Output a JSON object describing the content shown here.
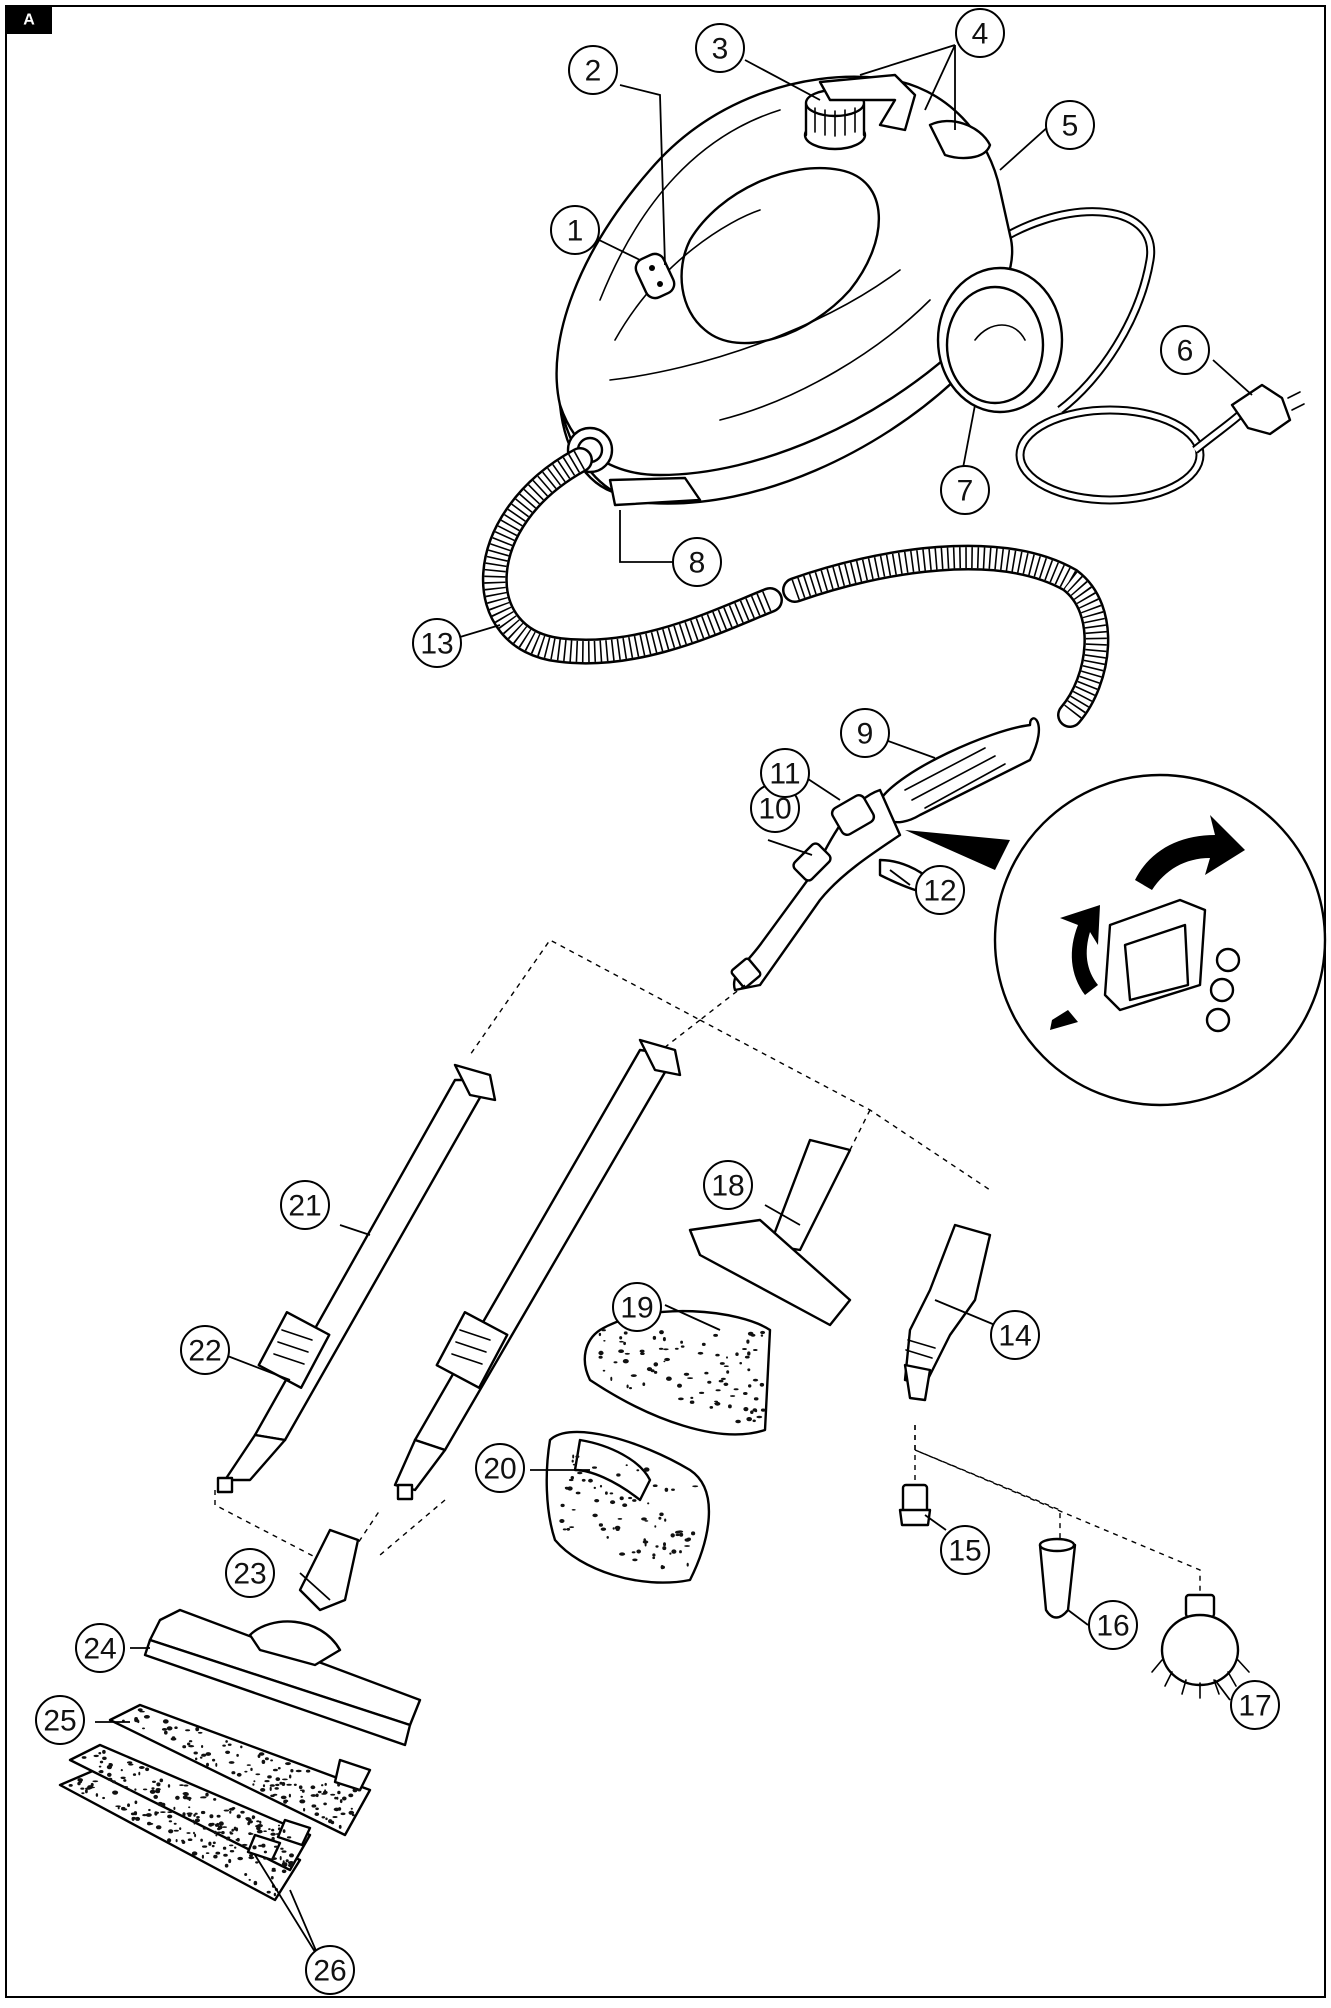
{
  "figure": {
    "corner_tag": "A",
    "callouts": [
      "1",
      "2",
      "3",
      "4",
      "5",
      "6",
      "7",
      "8",
      "9",
      "10",
      "11",
      "12",
      "13",
      "14",
      "15",
      "16",
      "17",
      "18",
      "19",
      "20",
      "21",
      "22",
      "23",
      "24",
      "25",
      "26"
    ]
  }
}
